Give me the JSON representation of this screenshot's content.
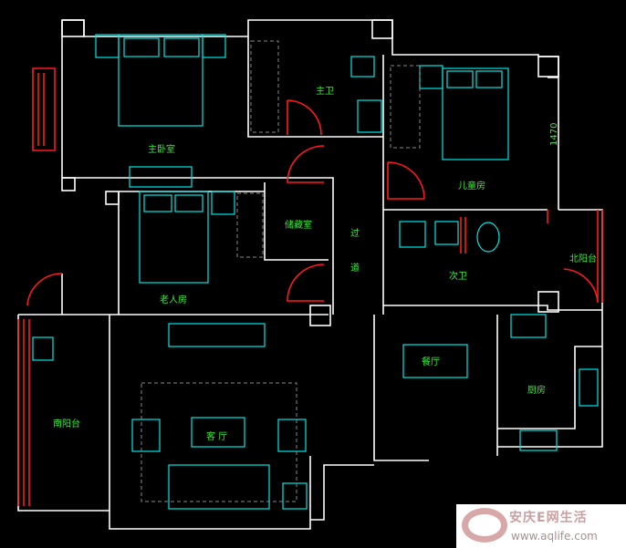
{
  "rooms": {
    "master_bedroom": "主卧室",
    "master_bath": "主卫",
    "kids_room": "儿童房",
    "storage": "储藏室",
    "corridor_1": "过",
    "corridor_2": "道",
    "elder_room": "老人房",
    "second_bath": "次卫",
    "north_balcony": "北阳台",
    "dining": "餐厅",
    "kitchen": "厨房",
    "south_balcony": "南阳台",
    "living_room": "客 厅"
  },
  "dimension": "1470",
  "watermark": {
    "name": "安庆E网生活",
    "url": "www.aqlife.com"
  },
  "colors": {
    "wall": "#ffffff",
    "furniture": "#00e5e5",
    "door_window": "#ff1a1a",
    "label": "#33ee33"
  }
}
